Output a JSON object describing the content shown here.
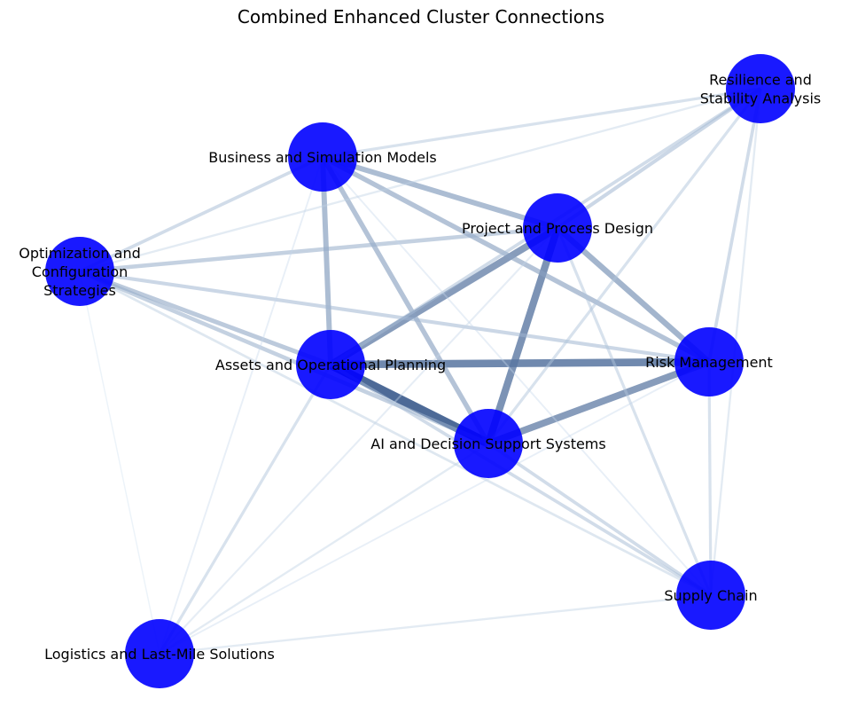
{
  "title": "Combined Enhanced Cluster Connections",
  "node_color": "#0000ff",
  "nodes": [
    {
      "id": "resilience",
      "label_lines": [
        "Resilience and",
        "Stability Analysis"
      ]
    },
    {
      "id": "business",
      "label_lines": [
        "Business and Simulation Models"
      ]
    },
    {
      "id": "project",
      "label_lines": [
        "Project and Process Design"
      ]
    },
    {
      "id": "optimization",
      "label_lines": [
        "Optimization and",
        "Configuration",
        "Strategies"
      ]
    },
    {
      "id": "assets",
      "label_lines": [
        "Assets and Operational Planning"
      ]
    },
    {
      "id": "risk",
      "label_lines": [
        "Risk Management"
      ]
    },
    {
      "id": "ai",
      "label_lines": [
        "AI and Decision Support Systems"
      ]
    },
    {
      "id": "supply",
      "label_lines": [
        "Supply Chain"
      ]
    },
    {
      "id": "logistics",
      "label_lines": [
        "Logistics and Last-Mile Solutions"
      ]
    }
  ],
  "edges": [
    {
      "source": "assets",
      "target": "ai",
      "weight": 1.0
    },
    {
      "source": "assets",
      "target": "risk",
      "weight": 0.85
    },
    {
      "source": "project",
      "target": "ai",
      "weight": 0.8
    },
    {
      "source": "assets",
      "target": "project",
      "weight": 0.75
    },
    {
      "source": "risk",
      "target": "ai",
      "weight": 0.75
    },
    {
      "source": "project",
      "target": "risk",
      "weight": 0.6
    },
    {
      "source": "business",
      "target": "assets",
      "weight": 0.55
    },
    {
      "source": "business",
      "target": "project",
      "weight": 0.55
    },
    {
      "source": "business",
      "target": "ai",
      "weight": 0.5
    },
    {
      "source": "business",
      "target": "risk",
      "weight": 0.5
    },
    {
      "source": "optimization",
      "target": "assets",
      "weight": 0.45
    },
    {
      "source": "optimization",
      "target": "project",
      "weight": 0.4
    },
    {
      "source": "optimization",
      "target": "ai",
      "weight": 0.4
    },
    {
      "source": "project",
      "target": "resilience",
      "weight": 0.35
    },
    {
      "source": "optimization",
      "target": "risk",
      "weight": 0.35
    },
    {
      "source": "ai",
      "target": "supply",
      "weight": 0.3
    },
    {
      "source": "assets",
      "target": "resilience",
      "weight": 0.3
    },
    {
      "source": "assets",
      "target": "supply",
      "weight": 0.3
    },
    {
      "source": "risk",
      "target": "resilience",
      "weight": 0.3
    },
    {
      "source": "optimization",
      "target": "business",
      "weight": 0.3
    },
    {
      "source": "ai",
      "target": "resilience",
      "weight": 0.25
    },
    {
      "source": "business",
      "target": "resilience",
      "weight": 0.25
    },
    {
      "source": "project",
      "target": "supply",
      "weight": 0.25
    },
    {
      "source": "risk",
      "target": "supply",
      "weight": 0.25
    },
    {
      "source": "assets",
      "target": "logistics",
      "weight": 0.25
    },
    {
      "source": "optimization",
      "target": "supply",
      "weight": 0.2
    },
    {
      "source": "optimization",
      "target": "resilience",
      "weight": 0.15
    },
    {
      "source": "supply",
      "target": "resilience",
      "weight": 0.15
    },
    {
      "source": "ai",
      "target": "logistics",
      "weight": 0.15
    },
    {
      "source": "supply",
      "target": "logistics",
      "weight": 0.15
    },
    {
      "source": "project",
      "target": "logistics",
      "weight": 0.12
    },
    {
      "source": "business",
      "target": "logistics",
      "weight": 0.1
    },
    {
      "source": "risk",
      "target": "logistics",
      "weight": 0.1
    },
    {
      "source": "business",
      "target": "supply",
      "weight": 0.1
    },
    {
      "source": "optimization",
      "target": "logistics",
      "weight": 0.05
    }
  ]
}
